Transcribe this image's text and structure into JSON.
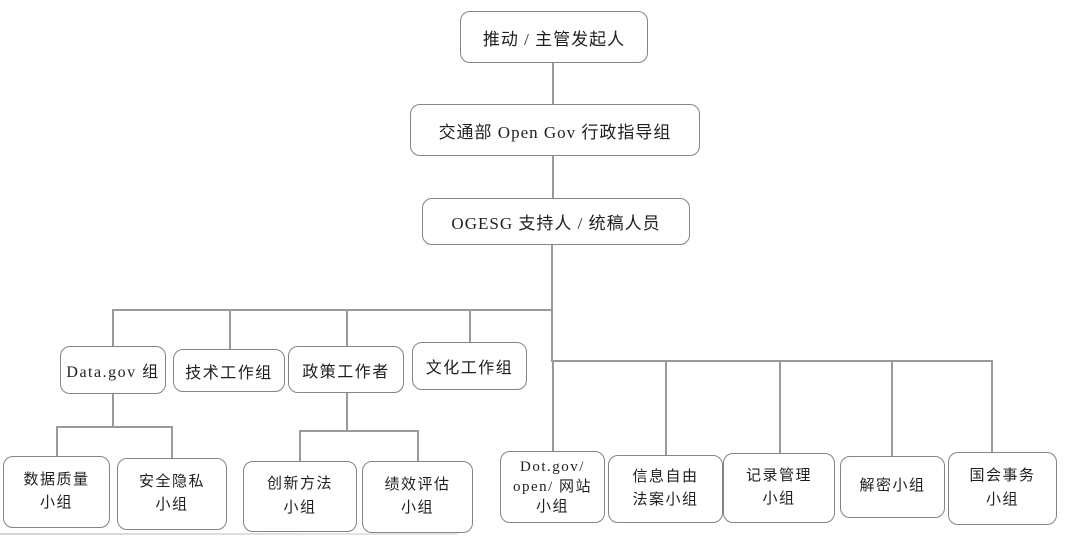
{
  "diagram": {
    "type": "org-chart",
    "colors": {
      "background": "#ffffff",
      "box_border": "#848484",
      "connector": "#9a9a9a",
      "text": "#1f1f1f"
    },
    "nodes": {
      "sponsor": {
        "label": "推动 / 主管发起人"
      },
      "steering": {
        "label": "交通部 Open Gov 行政指导组"
      },
      "ogesg": {
        "label": "OGESG 支持人 / 统稿人员"
      },
      "datagov": {
        "label": "Data.gov 组"
      },
      "tech": {
        "label": "技术工作组"
      },
      "policy": {
        "label": "政策工作者"
      },
      "culture": {
        "label": "文化工作组"
      },
      "data_quality": {
        "label": "数据质量\n小组"
      },
      "security_privacy": {
        "label": "安全隐私\n小组"
      },
      "innovation": {
        "label": "创新方法\n小组"
      },
      "performance": {
        "label": "绩效评估\n小组"
      },
      "dotgov_web": {
        "label": "Dot.gov/\nopen/ 网站\n小组"
      },
      "foia": {
        "label": "信息自由\n法案小组"
      },
      "records": {
        "label": "记录管理\n小组"
      },
      "declassification": {
        "label": "解密小组"
      },
      "congress": {
        "label": "国会事务\n小组"
      }
    },
    "edges": [
      [
        "sponsor",
        "steering"
      ],
      [
        "steering",
        "ogesg"
      ],
      [
        "ogesg",
        "datagov"
      ],
      [
        "ogesg",
        "tech"
      ],
      [
        "ogesg",
        "policy"
      ],
      [
        "ogesg",
        "culture"
      ],
      [
        "ogesg",
        "dotgov_web"
      ],
      [
        "ogesg",
        "foia"
      ],
      [
        "ogesg",
        "records"
      ],
      [
        "ogesg",
        "declassification"
      ],
      [
        "ogesg",
        "congress"
      ],
      [
        "datagov",
        "data_quality"
      ],
      [
        "datagov",
        "security_privacy"
      ],
      [
        "policy",
        "innovation"
      ],
      [
        "policy",
        "performance"
      ]
    ]
  }
}
